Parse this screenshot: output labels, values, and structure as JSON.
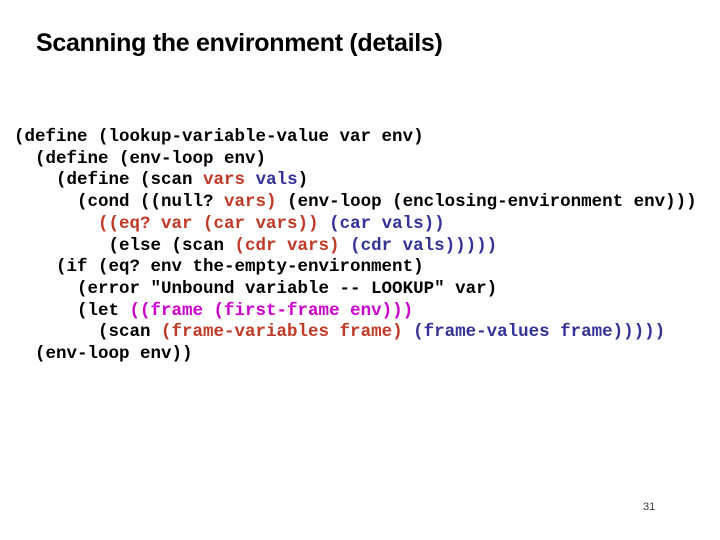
{
  "slide": {
    "title": "Scanning the environment (details)",
    "page_number": "31"
  },
  "colors": {
    "background": "#ffffff",
    "title_text": "#000000",
    "code_default": "#000000",
    "code_red": "#c03a26",
    "code_blue": "#333399",
    "code_magenta": "#cc00cc"
  },
  "code": {
    "language": "scheme",
    "lines": [
      {
        "segments": [
          {
            "text": "(define (lookup-variable-value var env)",
            "color": "default"
          }
        ]
      },
      {
        "segments": [
          {
            "text": "  (define (env-loop env)",
            "color": "default"
          }
        ]
      },
      {
        "segments": [
          {
            "text": "    (define (scan ",
            "color": "default"
          },
          {
            "text": "vars",
            "color": "red"
          },
          {
            "text": " ",
            "color": "default"
          },
          {
            "text": "vals",
            "color": "blue"
          },
          {
            "text": ")",
            "color": "default"
          }
        ]
      },
      {
        "segments": [
          {
            "text": "      (cond ((null? ",
            "color": "default"
          },
          {
            "text": "vars)",
            "color": "red"
          },
          {
            "text": " (env-loop (enclosing-environment env)))",
            "color": "default"
          }
        ]
      },
      {
        "segments": [
          {
            "text": "        ",
            "color": "default"
          },
          {
            "text": "((eq? var (car vars))",
            "color": "red"
          },
          {
            "text": " ",
            "color": "default"
          },
          {
            "text": "(car vals))",
            "color": "blue"
          }
        ]
      },
      {
        "segments": [
          {
            "text": "         (else (scan ",
            "color": "default"
          },
          {
            "text": "(cdr vars)",
            "color": "red"
          },
          {
            "text": " ",
            "color": "default"
          },
          {
            "text": "(cdr vals)))))",
            "color": "blue"
          }
        ]
      },
      {
        "segments": [
          {
            "text": "    (if (eq? env the-empty-environment)",
            "color": "default"
          }
        ]
      },
      {
        "segments": [
          {
            "text": "      (error \"Unbound variable -- LOOKUP\" var)",
            "color": "default"
          }
        ]
      },
      {
        "segments": [
          {
            "text": "      (let ",
            "color": "default"
          },
          {
            "text": "((frame (first-frame env)))",
            "color": "magenta"
          }
        ]
      },
      {
        "segments": [
          {
            "text": "        (scan ",
            "color": "default"
          },
          {
            "text": "(frame-variables frame)",
            "color": "red"
          },
          {
            "text": " ",
            "color": "default"
          },
          {
            "text": "(frame-values frame)))))",
            "color": "blue"
          }
        ]
      },
      {
        "segments": [
          {
            "text": "  (env-loop env))",
            "color": "default"
          }
        ]
      }
    ]
  }
}
